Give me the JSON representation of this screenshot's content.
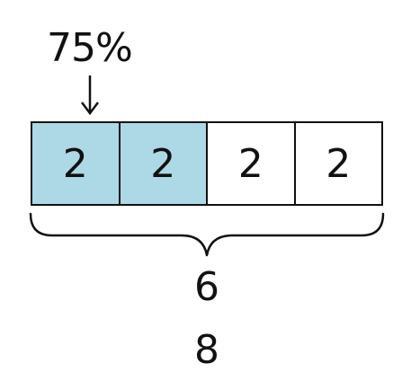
{
  "percent_label": "75%",
  "segments": [
    {
      "value": "2",
      "shaded": true
    },
    {
      "value": "2",
      "shaded": true
    },
    {
      "value": "2",
      "shaded": false
    },
    {
      "value": "2",
      "shaded": false
    }
  ],
  "brace_total": "6",
  "whole_total": "8",
  "colors": {
    "shaded_fill": "#add8e6",
    "stroke": "#111111"
  }
}
